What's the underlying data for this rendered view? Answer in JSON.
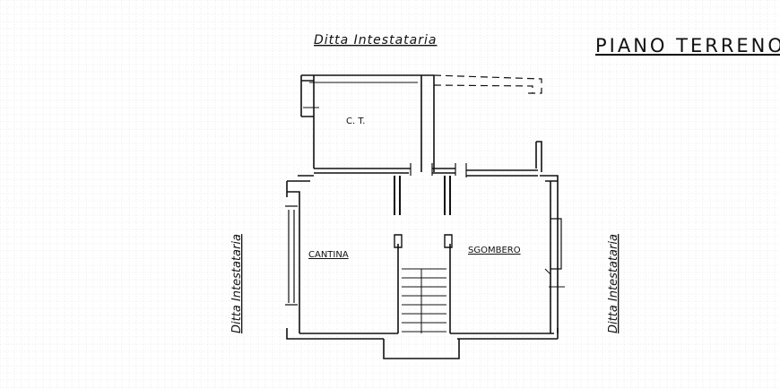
{
  "sheet": {
    "title": "PIANO TERRENO",
    "neighbor_top": "Ditta Intestataria",
    "neighbor_left": "Ditta Intestataria",
    "neighbor_right": "Ditta Intestataria"
  },
  "rooms": [
    {
      "id": "ct",
      "label": "C. T."
    },
    {
      "id": "cantina",
      "label": "CANTINA"
    },
    {
      "id": "sgombero",
      "label": "SGOMBERO"
    }
  ],
  "colors": {
    "ink": "#111111",
    "grid": "#b8b8b8",
    "paper": "#ffffff"
  }
}
